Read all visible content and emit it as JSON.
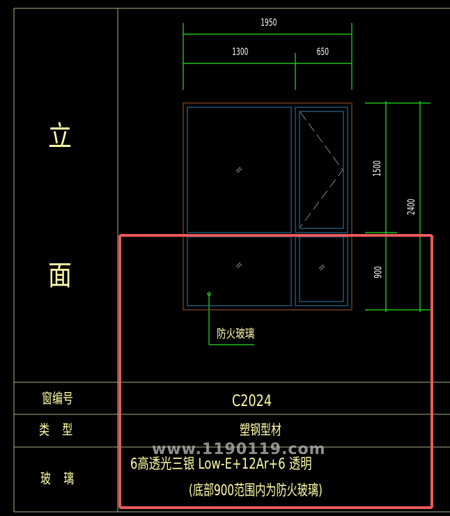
{
  "elevation_label": {
    "char1": "立",
    "char2": "面"
  },
  "dimensions": {
    "total_width": "1950",
    "left_width": "1300",
    "right_width": "650",
    "upper_height": "1500",
    "lower_height": "900",
    "total_height": "2400"
  },
  "callout": "防火玻璃",
  "table": {
    "rows": [
      {
        "label": "窗编号",
        "value": "C2024"
      },
      {
        "label": "类 型",
        "value": "塑钢型材"
      },
      {
        "label": "玻 璃",
        "value": "6高透光三银 Low-E+12Ar+6 透明",
        "value2": "(底部900范围内为防火玻璃)"
      }
    ]
  },
  "watermark": "www.1190119.com",
  "colors": {
    "grid": "#9fb98a",
    "dimension": "#22e622",
    "frame": "#8a4a2a",
    "sash": "#2a6a9a",
    "text": "#ffffa8",
    "highlight": "#e85a5a"
  }
}
